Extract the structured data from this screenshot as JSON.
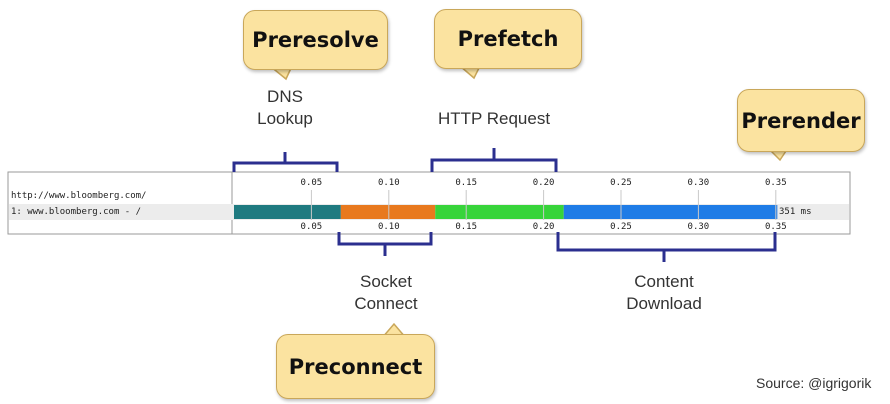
{
  "callouts": {
    "preresolve": "Preresolve",
    "prefetch": "Prefetch",
    "prerender": "Prerender",
    "preconnect": "Preconnect"
  },
  "phases": {
    "dns": [
      "DNS",
      "Lookup"
    ],
    "http": "HTTP Request",
    "socket": [
      "Socket",
      "Connect"
    ],
    "content": [
      "Content",
      "Download"
    ]
  },
  "waterfall": {
    "url": "http://www.bloomberg.com/",
    "row_label": "1: www.bloomberg.com - /",
    "total": "351 ms",
    "ticks": [
      "0.05",
      "0.10",
      "0.15",
      "0.20",
      "0.25",
      "0.30",
      "0.35"
    ],
    "segments": [
      {
        "name": "DNS Lookup",
        "start": 0.0,
        "end": 0.069,
        "color": "#1f7a80"
      },
      {
        "name": "Socket Connect",
        "start": 0.069,
        "end": 0.13,
        "color": "#e8791e"
      },
      {
        "name": "HTTP Request",
        "start": 0.13,
        "end": 0.213,
        "color": "#37d43a"
      },
      {
        "name": "Content Download",
        "start": 0.213,
        "end": 0.351,
        "color": "#1f7ce6"
      }
    ]
  },
  "colors": {
    "callout_bg": "#fbe3a0",
    "bracket": "#2b2f8f"
  },
  "source": "Source: @igrigorik"
}
